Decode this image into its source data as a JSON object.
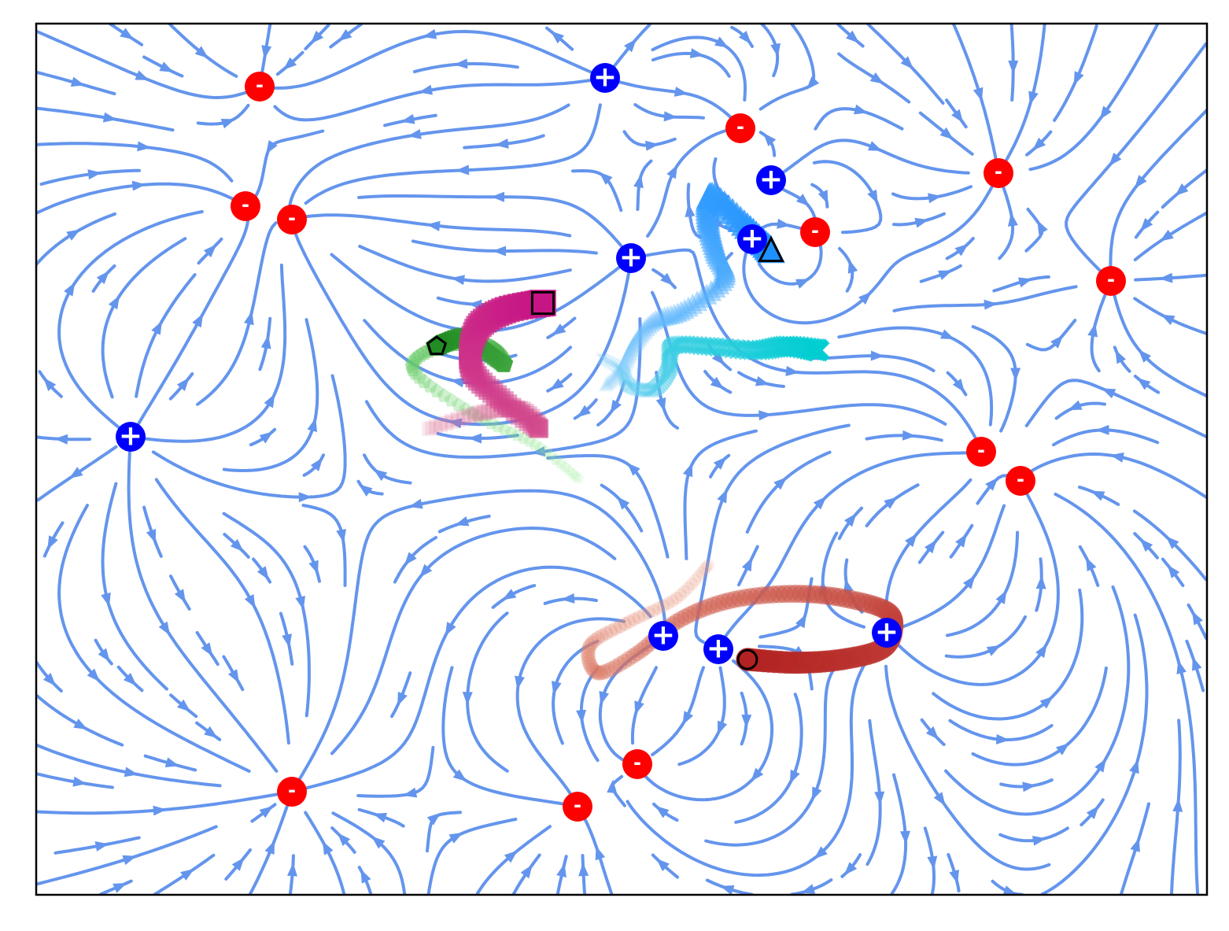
{
  "figure": {
    "type": "electric-field-streamplot",
    "background": "#ffffff",
    "frame_color": "#000000",
    "field_line_color": "#6495ED",
    "axes_ticks": "none"
  },
  "charges": {
    "positive": {
      "symbol": "+",
      "color": "#0000FF"
    },
    "negative": {
      "symbol": "-",
      "color": "#FF0000"
    }
  },
  "trajectories": [
    {
      "name": "pentagon-trajectory",
      "marker": "pentagon",
      "colors": [
        "#228B22",
        "#90EE90"
      ]
    },
    {
      "name": "square-trajectory",
      "marker": "square",
      "colors": [
        "#C71585",
        "#DB7093"
      ]
    },
    {
      "name": "triangle-trajectory",
      "marker": "triangle",
      "colors": [
        "#1E90FF",
        "#87CEFA"
      ]
    },
    {
      "name": "cross-trajectory",
      "marker": "x",
      "colors": [
        "#00CED1",
        "#87CEFA"
      ]
    },
    {
      "name": "circle-trajectory",
      "marker": "circle",
      "colors": [
        "#B22222",
        "#E9967A"
      ]
    }
  ]
}
